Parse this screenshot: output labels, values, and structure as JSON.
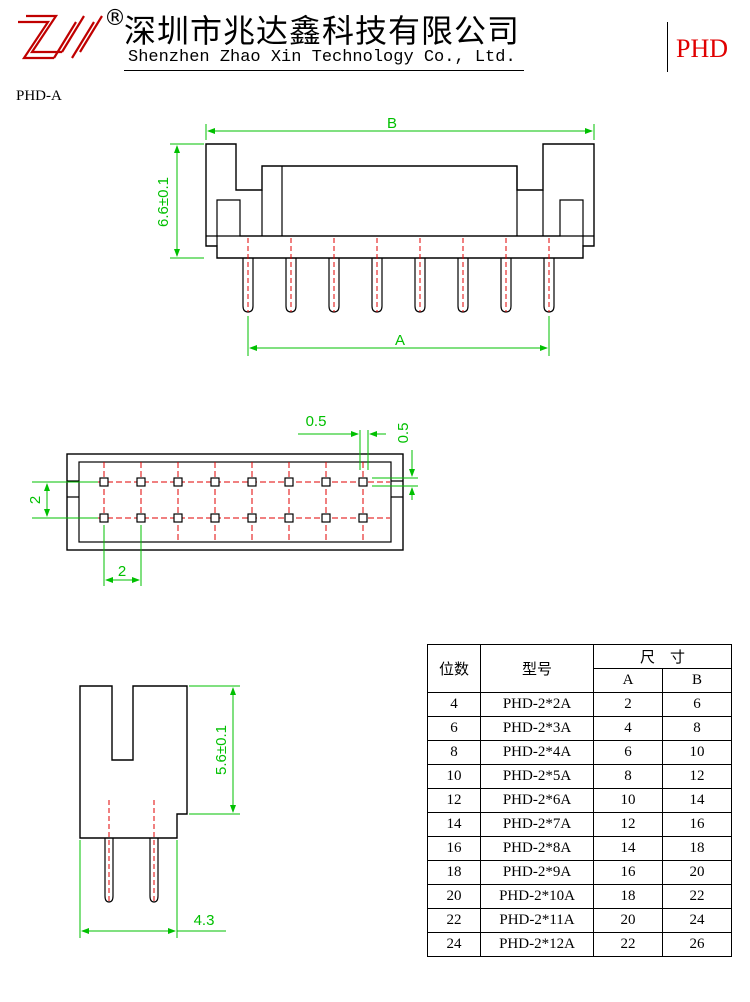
{
  "header": {
    "company_cn": "深圳市兆达鑫科技有限公司",
    "registered_mark": "®",
    "company_en": "Shenzhen Zhao Xin Technology Co., Ltd.",
    "product_code": "PHD",
    "model_label": "PHD-A",
    "logo_icon": "zx-logo-icon"
  },
  "colors": {
    "dimension": "#00c000",
    "centerline": "#e00000",
    "code": "#e00000"
  },
  "dimensions": {
    "front_width": "B",
    "front_pitch_span": "A",
    "front_height": "6.6±0.1",
    "top_pin_pad": "0.5",
    "top_pin_pad_vertical": "0.5",
    "top_row_pitch": "2",
    "top_col_pitch": "2",
    "side_height": "5.6±0.1",
    "side_depth": "4.3"
  },
  "table": {
    "headers": {
      "positions": "位数",
      "model": "型号",
      "size": "尺　寸",
      "a": "A",
      "b": "B"
    },
    "rows": [
      {
        "positions": "4",
        "model": "PHD-2*2A",
        "a": "2",
        "b": "6"
      },
      {
        "positions": "6",
        "model": "PHD-2*3A",
        "a": "4",
        "b": "8"
      },
      {
        "positions": "8",
        "model": "PHD-2*4A",
        "a": "6",
        "b": "10"
      },
      {
        "positions": "10",
        "model": "PHD-2*5A",
        "a": "8",
        "b": "12"
      },
      {
        "positions": "12",
        "model": "PHD-2*6A",
        "a": "10",
        "b": "14"
      },
      {
        "positions": "14",
        "model": "PHD-2*7A",
        "a": "12",
        "b": "16"
      },
      {
        "positions": "16",
        "model": "PHD-2*8A",
        "a": "14",
        "b": "18"
      },
      {
        "positions": "18",
        "model": "PHD-2*9A",
        "a": "16",
        "b": "20"
      },
      {
        "positions": "20",
        "model": "PHD-2*10A",
        "a": "18",
        "b": "22"
      },
      {
        "positions": "22",
        "model": "PHD-2*11A",
        "a": "20",
        "b": "24"
      },
      {
        "positions": "24",
        "model": "PHD-2*12A",
        "a": "22",
        "b": "26"
      }
    ]
  }
}
